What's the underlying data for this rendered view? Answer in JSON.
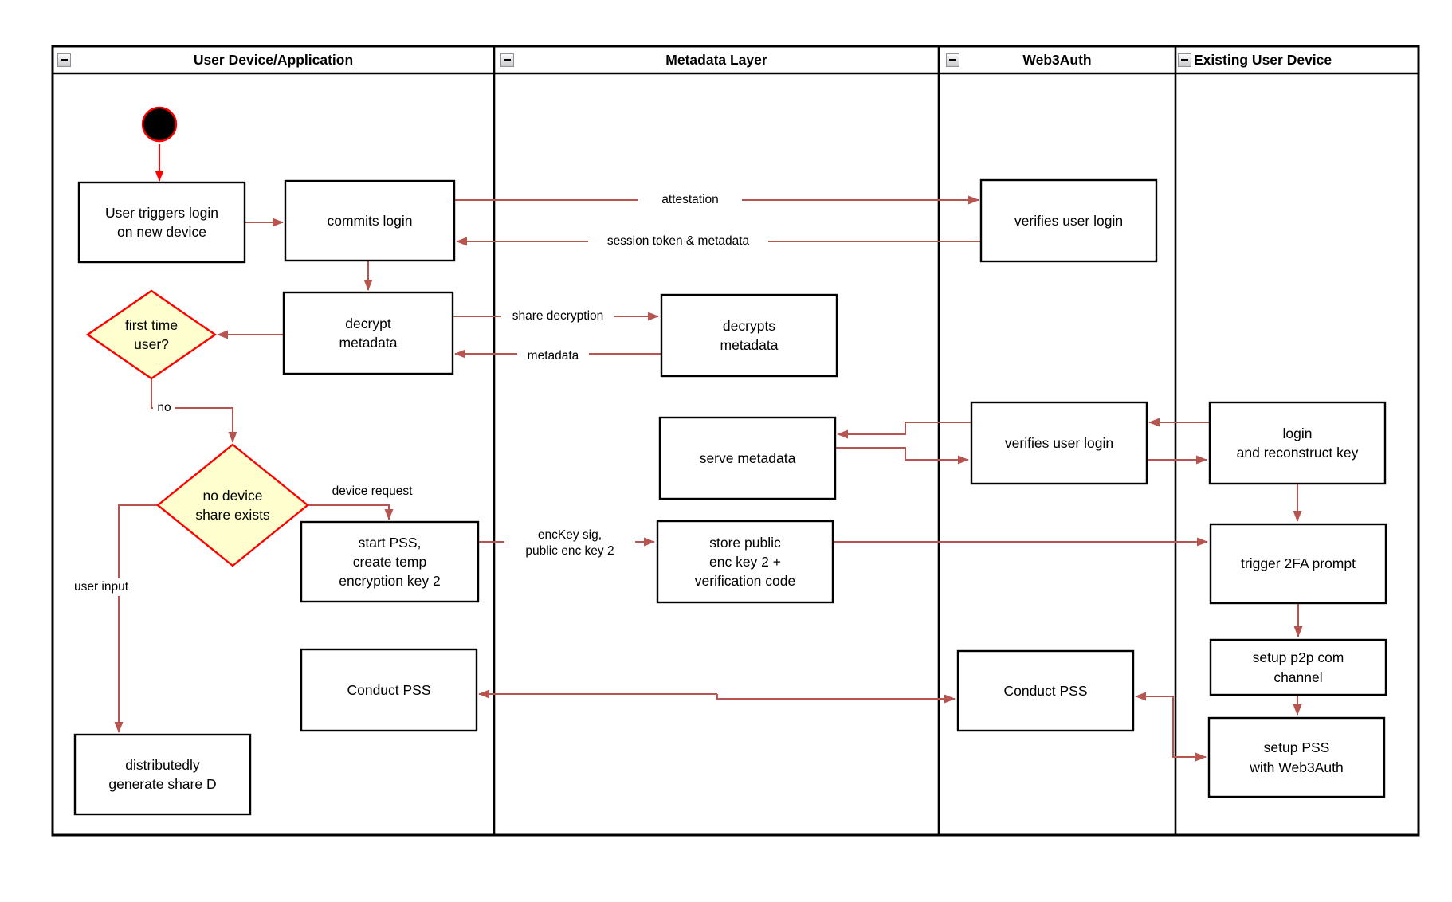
{
  "lanes": {
    "lane1": {
      "title": "User Device/Application"
    },
    "lane2": {
      "title": "Metadata Layer"
    },
    "lane3": {
      "title": "Web3Auth"
    },
    "lane4": {
      "title": "Existing User Device"
    }
  },
  "nodes": {
    "user_triggers_login": {
      "label": "User triggers login\non new device"
    },
    "commits_login": {
      "label": "commits login"
    },
    "decrypt_metadata": {
      "label": "decrypt\nmetadata"
    },
    "first_time_user": {
      "label": "first time\nuser?"
    },
    "no_device_share": {
      "label": "no device\nshare exists"
    },
    "start_pss": {
      "label": "start PSS,\ncreate temp\nencryption key 2"
    },
    "conduct_pss_device": {
      "label": "Conduct PSS"
    },
    "generate_share_d": {
      "label": "distributedly\ngenerate share D"
    },
    "decrypts_metadata": {
      "label": "decrypts\nmetadata"
    },
    "serve_metadata": {
      "label": "serve metadata"
    },
    "store_public_key": {
      "label": "store public\nenc key 2 +\nverification code"
    },
    "verifies_user_login_top": {
      "label": "verifies user login"
    },
    "verifies_user_login_mid": {
      "label": "verifies user login"
    },
    "conduct_pss_web3auth": {
      "label": "Conduct PSS"
    },
    "login_reconstruct": {
      "label": "login\nand reconstruct key"
    },
    "trigger_2fa": {
      "label": "trigger 2FA prompt"
    },
    "setup_p2p": {
      "label": "setup p2p com\nchannel"
    },
    "setup_pss": {
      "label": "setup PSS\nwith Web3Auth"
    }
  },
  "edge_labels": {
    "attestation": "attestation",
    "session_token": "session token & metadata",
    "share_decryption": "share decryption",
    "metadata": "metadata",
    "no": "no",
    "device_request": "device request",
    "user_input": "user input",
    "enc_key": "encKey sig,\npublic enc key 2"
  },
  "colors": {
    "edge": "#B85450",
    "start_edge": "#FF0000",
    "decision_fill": "#FEFECE",
    "decision_stroke": "#FF0000",
    "node_stroke": "#000000",
    "node_fill": "#FFFFFF"
  }
}
